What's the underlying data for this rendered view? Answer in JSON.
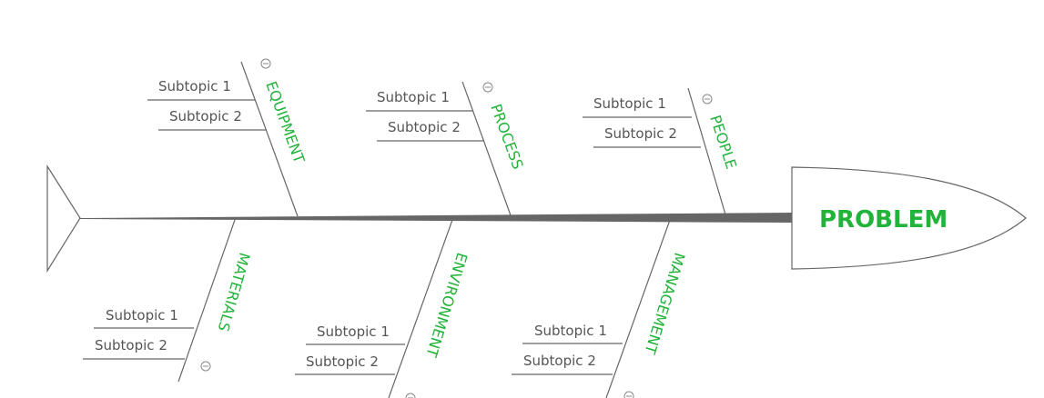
{
  "problem": "PROBLEM",
  "colors": {
    "accent": "#22b33a",
    "line": "#666666"
  },
  "causes": [
    {
      "label": "EQUIPMENT",
      "subtopics": [
        "Subtopic 1",
        "Subtopic 2"
      ]
    },
    {
      "label": "PROCESS",
      "subtopics": [
        "Subtopic 1",
        "Subtopic 2"
      ]
    },
    {
      "label": "PEOPLE",
      "subtopics": [
        "Subtopic 1",
        "Subtopic 2"
      ]
    },
    {
      "label": "MATERIALS",
      "subtopics": [
        "Subtopic 1",
        "Subtopic 2"
      ]
    },
    {
      "label": "ENVIRONMENT",
      "subtopics": [
        "Subtopic 1",
        "Subtopic 2"
      ]
    },
    {
      "label": "MANAGEMENT",
      "subtopics": [
        "Subtopic 1",
        "Subtopic 2"
      ]
    }
  ]
}
